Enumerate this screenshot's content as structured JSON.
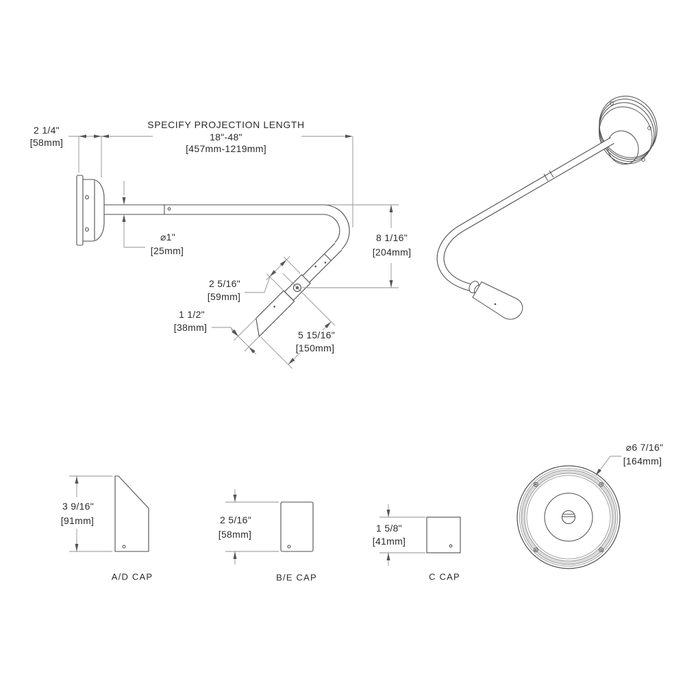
{
  "drawing": {
    "type": "technical-dimension-drawing",
    "product": "wall-mounted gooseneck arm with interchangeable caps",
    "projection": {
      "title": "SPECIFY PROJECTION LENGTH",
      "range_in": "18\"-48\"",
      "range_mm": "[457mm-1219mm]"
    },
    "side_view_dims": {
      "wall_plate_depth_in": "2 1/4\"",
      "wall_plate_depth_mm": "[58mm]",
      "tube_dia_in": "⌀1\"",
      "tube_dia_mm": "[25mm]",
      "drop_in": "8 1/16\"",
      "drop_mm": "[204mm]",
      "knuckle_len_in": "2 5/16\"",
      "knuckle_len_mm": "[59mm]",
      "cap_dia_in": "1 1/2\"",
      "cap_dia_mm": "[38mm]",
      "holder_len_in": "5 15/16\"",
      "holder_len_mm": "[150mm]"
    },
    "caps": [
      {
        "label": "A/D CAP",
        "height_in": "3 9/16\"",
        "height_mm": "[91mm]"
      },
      {
        "label": "B/E CAP",
        "height_in": "2 5/16\"",
        "height_mm": "[58mm]"
      },
      {
        "label": "C CAP",
        "height_in": "1 5/8\"",
        "height_mm": "[41mm]"
      }
    ],
    "backplate": {
      "dia_in": "⌀6 7/16\"",
      "dia_mm": "[164mm]"
    },
    "colors": {
      "line": "#4d4d4d",
      "dim_line": "#8f8f8f",
      "text": "#2b2b2b",
      "ring_gray": "#dcdcdc",
      "background": "#ffffff"
    }
  }
}
